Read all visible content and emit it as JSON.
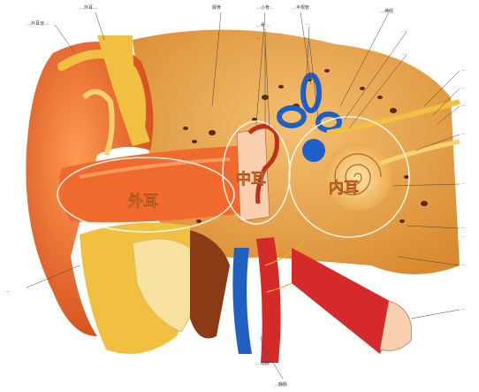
{
  "regions": {
    "outer_ear": "外耳",
    "middle_ear": "中耳",
    "inner_ear": "内耳"
  },
  "labels": {
    "top_1": "…外耳…",
    "top_2": "颞骨",
    "top_3": "…小骨…",
    "top_4": "…骨…",
    "top_5": "…",
    "top_6": "…半规管",
    "top_7": "…",
    "top_8": "…",
    "top_9": "…神经",
    "top_10": "…",
    "top_11": "…",
    "left_1": "…外耳道…",
    "right_1": "…",
    "right_2": "…",
    "right_3": "…",
    "right_4": "…",
    "right_5": "…",
    "right_6": "…",
    "right_7": "…",
    "right_8": "…",
    "right_9": "…",
    "left_bottom": "…",
    "bottom_1": "…动脉",
    "bottom_2": "…静脉"
  },
  "colors": {
    "skin": "#e85a28",
    "cartilage": "#f2c040",
    "bone": "#e8a24a",
    "canal": "#f07030",
    "vestibular": "#1e5fc8",
    "cochlea": "#f4c26a",
    "artery": "#d42a2a",
    "vein": "#2060c0"
  }
}
